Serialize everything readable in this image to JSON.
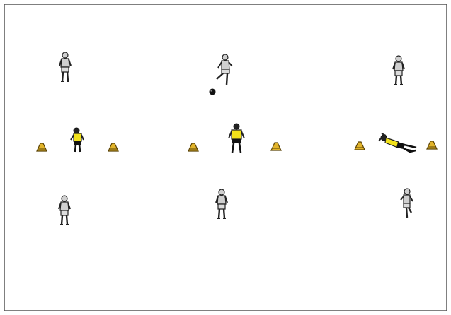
{
  "diagram": {
    "type": "goalkeeper-drill",
    "colors": {
      "border": "#555555",
      "background": "#ffffff",
      "player_kit": "#cfcfcf",
      "player_outline": "#222222",
      "goalkeeper_shirt": "#f2e21a",
      "goalkeeper_shorts": "#111111",
      "cone_fill": "#e2b42a",
      "cone_outline": "#5b4306",
      "ball": "#111111"
    },
    "stations": [
      {
        "name": "station-left",
        "server_top": "standing",
        "goalkeeper": "ready-side",
        "server_bottom": "standing"
      },
      {
        "name": "station-center",
        "server_top": "kicking",
        "goalkeeper": "ready-front",
        "server_bottom": "standing"
      },
      {
        "name": "station-right",
        "server_top": "standing",
        "goalkeeper": "diving",
        "server_bottom": "running"
      }
    ],
    "cones_per_station": 2,
    "balls": 1
  }
}
